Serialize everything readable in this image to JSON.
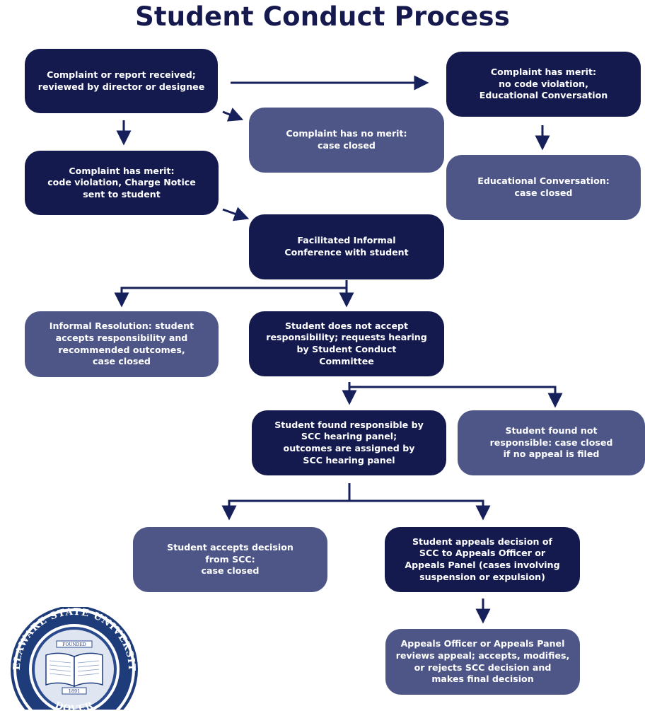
{
  "title": "Student Conduct Process",
  "boxes": {
    "received": "Complaint or report received;\nreviewed by director or designee",
    "merit_no_violation": "Complaint has merit:\nno code violation,\nEducational Conversation",
    "no_merit": "Complaint has no merit:\ncase closed",
    "merit_violation": "Complaint has merit:\ncode violation, Charge Notice\nsent to student",
    "edu_conversation": "Educational Conversation:\ncase closed",
    "informal_conference": "Facilitated Informal\nConference with student",
    "informal_resolution": "Informal Resolution: student\naccepts responsibility and\nrecommended outcomes,\ncase closed",
    "no_accept": "Student does not accept\nresponsibility; requests hearing\nby Student Conduct\nCommittee",
    "found_responsible": "Student found responsible by\nSCC hearing panel;\noutcomes are assigned by\nSCC hearing panel",
    "not_responsible": "Student found not\nresponsible: case closed\nif no appeal is filed",
    "accepts_decision": "Student accepts decision\nfrom SCC:\ncase closed",
    "appeals": "Student appeals decision of\nSCC to Appeals Officer or\nAppeals Panel (cases involving\nsuspension or expulsion)",
    "final_decision": "Appeals Officer or Appeals Panel\nreviews appeal; accepts, modifies,\nor rejects SCC decision and\nmakes final decision"
  },
  "seal": {
    "ring_text": "DELAWARE STATE UNIVERSITY",
    "bottom_text": "DOVER",
    "founded_text": "FOUNDED",
    "year_text": "1891"
  },
  "colors": {
    "dark_box": "#141a4e",
    "light_box": "#4d5687",
    "arrow": "#16205a",
    "title": "#15194e"
  }
}
